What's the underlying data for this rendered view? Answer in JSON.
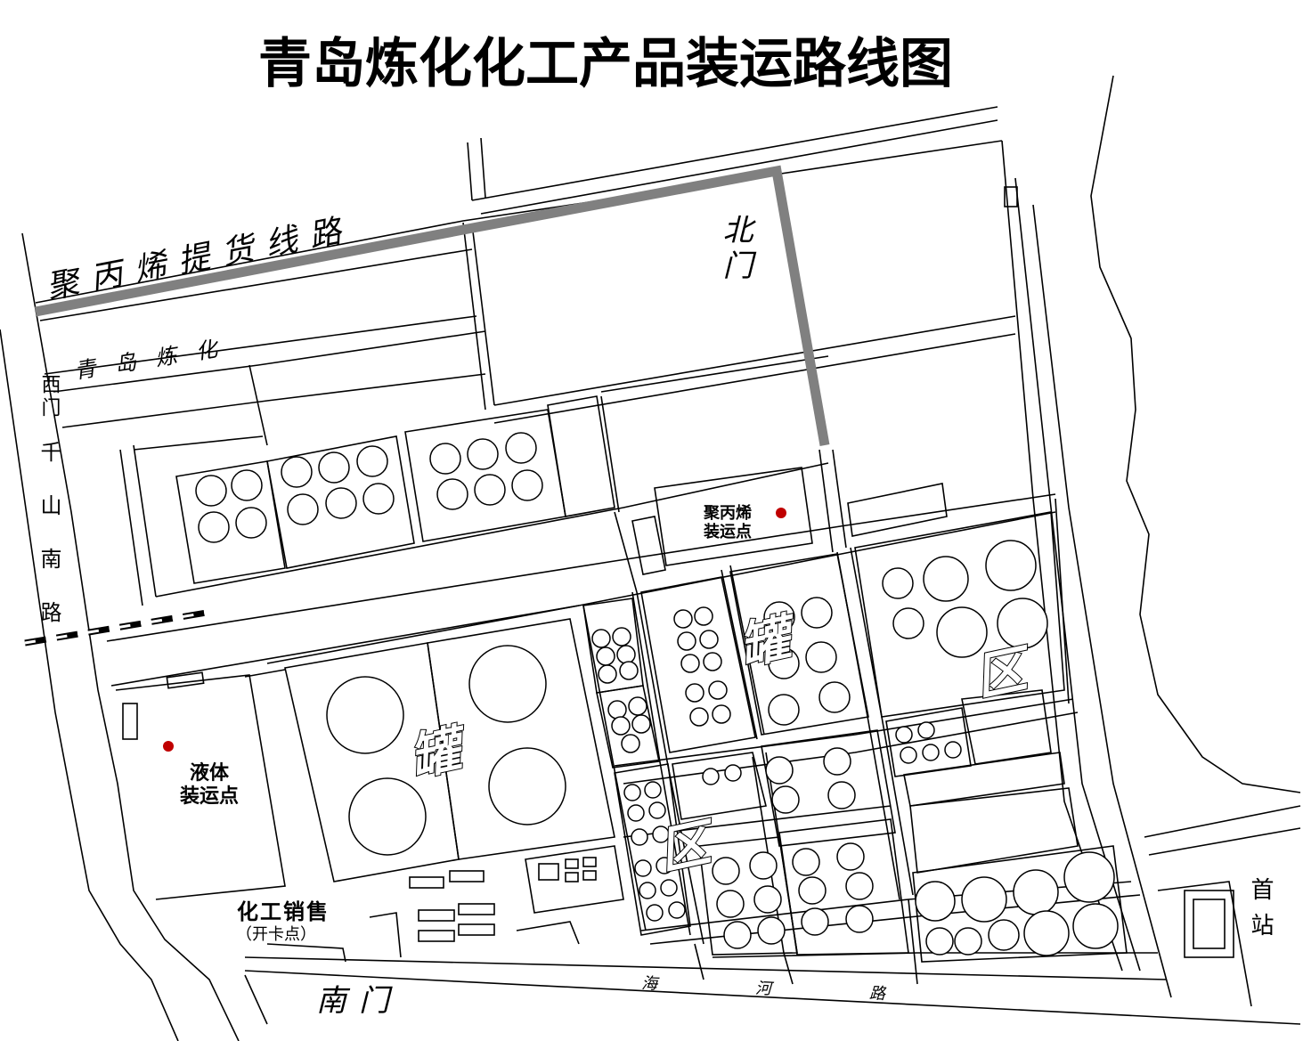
{
  "title": "青岛炼化化工产品装运路线图",
  "routes": {
    "pp_pickup_road": "聚丙烯提货线路",
    "qingdao_refinery": "青岛炼化"
  },
  "gates": {
    "north_gate": "北门",
    "west_gate": "西门",
    "south_gate": "南门"
  },
  "roads": {
    "qianshan_south_road": "千山南路",
    "haihe_road": "海河路"
  },
  "loading_points": {
    "polypropylene": {
      "line1": "聚丙烯",
      "line2": "装运点"
    },
    "liquid": {
      "line1": "液体",
      "line2": "装运点"
    }
  },
  "sales": {
    "name": "化工销售",
    "note": "（开卡点）"
  },
  "first_station": "首站",
  "zone_labels": {
    "tank": "罐",
    "area": "区"
  },
  "colors": {
    "route": "#808080",
    "marker": "#c00000"
  }
}
